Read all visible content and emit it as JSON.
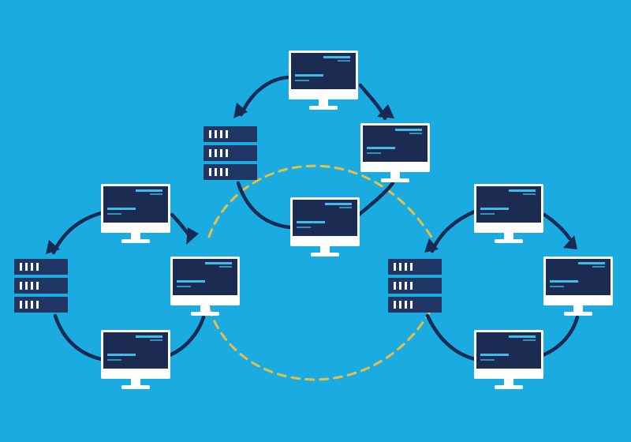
{
  "colors": {
    "background": "#1aabe0",
    "navy": "#182a54",
    "screen": "#1b2b52",
    "monitor_frame": "#ffffff",
    "code_accent": "#3dbdea",
    "server_body": "#203766",
    "server_slot": "#ffffff",
    "connector": "#182a54",
    "dashed_link": "#e8bf45"
  },
  "nodes": [
    {
      "id": "computer-top",
      "kind": "computer"
    },
    {
      "id": "computer-center-right",
      "kind": "computer"
    },
    {
      "id": "computer-center",
      "kind": "computer"
    },
    {
      "id": "server-center",
      "kind": "server"
    },
    {
      "id": "computer-left-top",
      "kind": "computer"
    },
    {
      "id": "computer-left-right",
      "kind": "computer"
    },
    {
      "id": "computer-left-bottom",
      "kind": "computer"
    },
    {
      "id": "server-left",
      "kind": "server"
    },
    {
      "id": "computer-right-top",
      "kind": "computer"
    },
    {
      "id": "computer-right-right",
      "kind": "computer"
    },
    {
      "id": "computer-right-bottom",
      "kind": "computer"
    },
    {
      "id": "server-right",
      "kind": "server"
    }
  ],
  "icons": {
    "computer": "monitor-icon",
    "server": "server-rack-icon",
    "arrow": "arrow-head-icon"
  }
}
